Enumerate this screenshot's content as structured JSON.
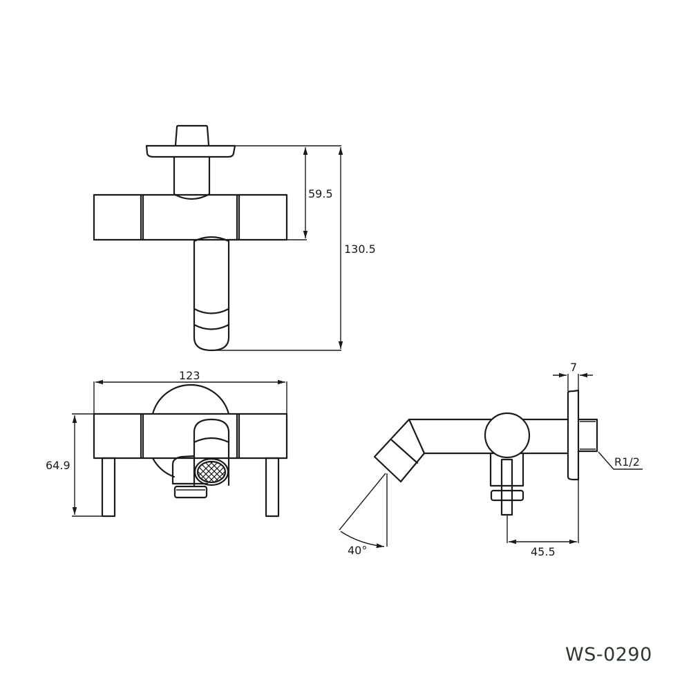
{
  "drawing": {
    "model_code": "WS-0290",
    "colors": {
      "line": "#1a1a1a",
      "model_text": "#2a3a2a",
      "background": "#ffffff"
    },
    "views": {
      "top": {
        "dims": {
          "handle_to_body": "59.5",
          "overall_depth": "130.5"
        }
      },
      "front": {
        "dims": {
          "width": "123",
          "height": "64.9"
        }
      },
      "side": {
        "dims": {
          "flange_thickness": "7",
          "thread": "R1/2",
          "spout_angle": "40°",
          "outlet_to_wall": "45.5"
        }
      }
    }
  }
}
